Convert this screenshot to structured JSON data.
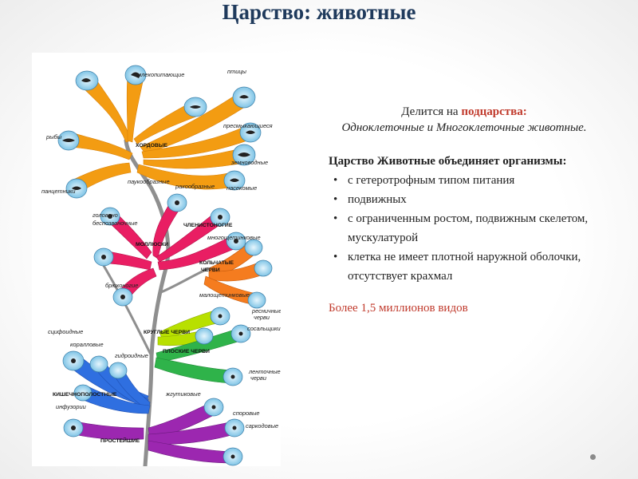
{
  "slide": {
    "title": "Царство: животные"
  },
  "tree": {
    "labels": {
      "mammals": "млекопитающие",
      "birds": "птицы",
      "fish": "рыбы",
      "reptiles": "пресмыкающиеся",
      "chordates": "ХОРДОВЫЕ",
      "amphibians": "земноводные",
      "arachnids": "паукообразные",
      "crustaceans": "ракообразные",
      "insects": "насекомые",
      "armored": "панцетники",
      "cephalopods1": "головоно",
      "cephalopods2": "беспозвоночные",
      "arthropods1": "ЧЛЕНИСТОНОГИЕ",
      "molluscs": "МОЛЛЮСКИ",
      "polychaetes": "многощетинковые",
      "annelids1": "КОЛЬЧАТЫЕ",
      "annelids2": "ЧЕРВИ",
      "gastropods": "брюхоногие",
      "oligochaetes": "малощетинковые",
      "ciliated1": "ресничные",
      "ciliated2": "черви",
      "roundworms": "КРУГЛЫЕ ЧЕРВИ",
      "flukes": "сосальщики",
      "scyphoids": "сцифоидные",
      "corals": "коралловые",
      "hydroids": "гидроидные",
      "flatworms": "ПЛОСКИЕ ЧЕРВИ",
      "tapeworms1": "ленточные",
      "tapeworms2": "черви",
      "cnidarians": "КИШЕЧНОПОЛОСТНЫЕ",
      "flagellates": "жгутиковые",
      "infusoria": "инфузории",
      "sporozoa": "споровые",
      "sarcodina": "саркодовые",
      "protozoa": "ПРОСТЕЙШИЕ"
    },
    "colors": {
      "chordates": "#f39c12",
      "arthropods": "#e91e63",
      "molluscs": "#e91e63",
      "annelids": "#f57c1f",
      "roundworms": "#b8e000",
      "flatworms": "#2fb34a",
      "cnidarians": "#2f6fe0",
      "protozoa": "#9c27b0",
      "trunk": "#8f8f8f",
      "tips": "#9ed3ec"
    }
  },
  "info": {
    "intro_prefix": "Делится на ",
    "intro_highlight": "подцарства:",
    "intro_italic": "Одноклеточные и Многоклеточные животные.",
    "unites_heading": "Царство Животные объединяет организмы:",
    "bullet_symbol": "•",
    "features": [
      "с гетеротрофным типом питания",
      "подвижных",
      "с ограниченным ростом, подвижным скелетом, мускулатурой",
      "клетка не имеет плотной наружной оболочки, отсутствует крахмал"
    ],
    "species_count": "Более 1,5 миллионов видов"
  }
}
